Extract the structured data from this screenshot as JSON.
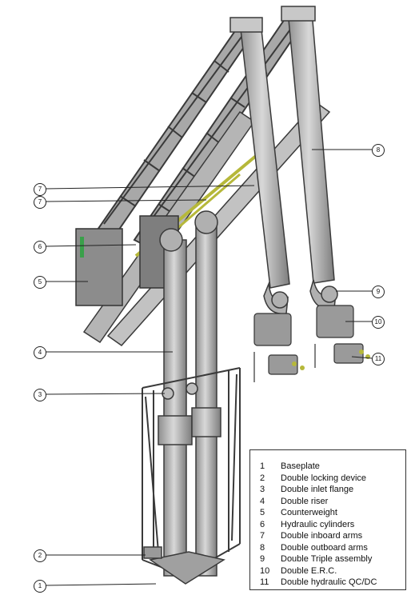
{
  "callouts": [
    "7",
    "7",
    "6",
    "5",
    "4",
    "3",
    "2",
    "1",
    "8",
    "9",
    "10",
    "11"
  ],
  "legend": [
    {
      "num": "1",
      "label": "Baseplate"
    },
    {
      "num": "2",
      "label": "Double locking device"
    },
    {
      "num": "3",
      "label": "Double inlet flange"
    },
    {
      "num": "4",
      "label": "Double riser"
    },
    {
      "num": "5",
      "label": "Counterweight"
    },
    {
      "num": "6",
      "label": "Hydraulic cylinders"
    },
    {
      "num": "7",
      "label": "Double inboard arms"
    },
    {
      "num": "8",
      "label": "Double outboard arms"
    },
    {
      "num": "9",
      "label": "Double Triple assembly"
    },
    {
      "num": "10",
      "label": "Double E.R.C."
    },
    {
      "num": "11",
      "label": "Double hydraulic QC/DC"
    }
  ],
  "colors": {
    "metal": "#b8b8b8",
    "metal_dark": "#8a8a8a",
    "outline": "#3a3a3a",
    "hydraulic": "#b6b83a",
    "green_tag": "#3aa04a"
  }
}
